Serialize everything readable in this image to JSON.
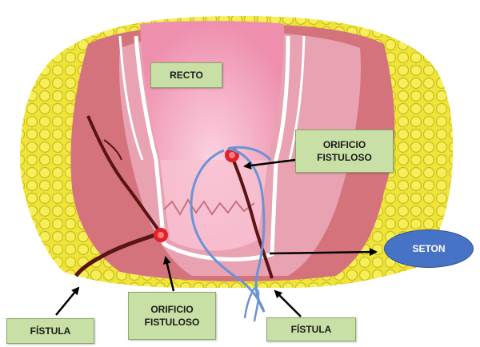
{
  "labels": {
    "recto": "RECTO",
    "orificio_top": [
      "ORIFICIO",
      "FISTULOSO"
    ],
    "orificio_bottom": [
      "ORIFICIO",
      "FISTULOSO"
    ],
    "fistula_left": "FÍSTULA",
    "fistula_right": "FÍSTULA",
    "seton": "SETON"
  },
  "colors": {
    "fat": "#f2ea3c",
    "muscle_outer": "#d4737c",
    "muscle_inner": "#e8a2b2",
    "rectal_lumen": "#f3a6bd",
    "label_fill": "#c8e0a6",
    "seton_line": "#6b93d6",
    "seton_label": "#4773c7",
    "fistula_tract": "#5a1414"
  },
  "icons": [
    "arrow-icon"
  ]
}
